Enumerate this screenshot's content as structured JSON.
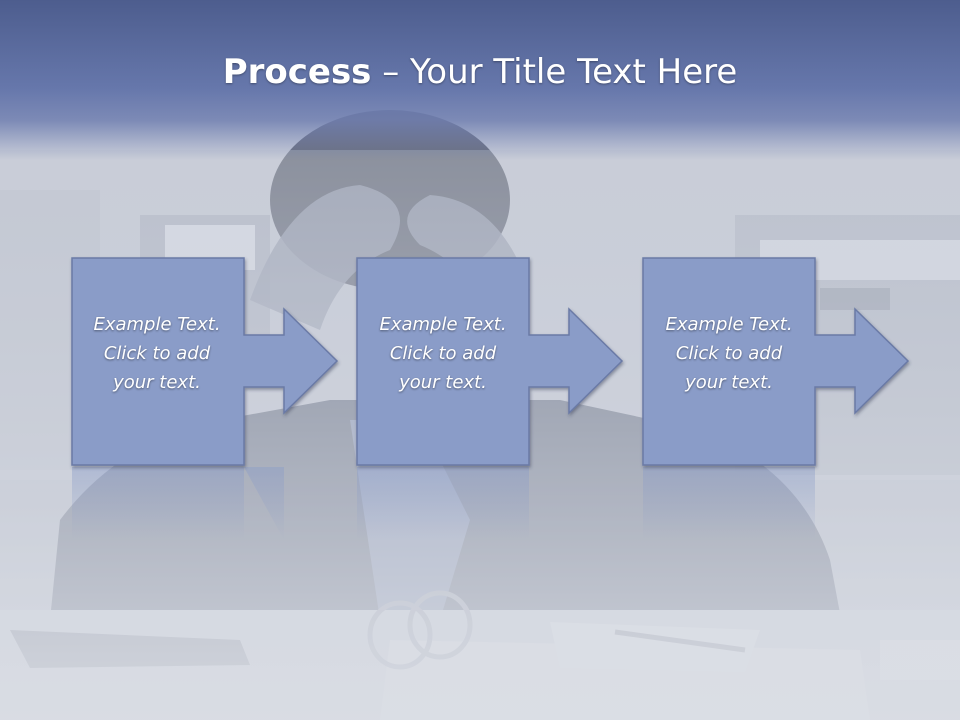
{
  "slide": {
    "title_bold": "Process",
    "title_rest": " – Your Title Text Here"
  },
  "steps": [
    {
      "line1": "Example Text.",
      "line2": "Click  to add",
      "line3": "your text."
    },
    {
      "line1": "Example Text.",
      "line2": "Click  to add",
      "line3": "your text."
    },
    {
      "line1": "Example Text.",
      "line2": "Click  to add",
      "line3": "your text."
    }
  ],
  "colors": {
    "box_fill": "#8a9cc8",
    "box_stroke": "#6a7aa6",
    "title_band": "#5a6a9c"
  }
}
